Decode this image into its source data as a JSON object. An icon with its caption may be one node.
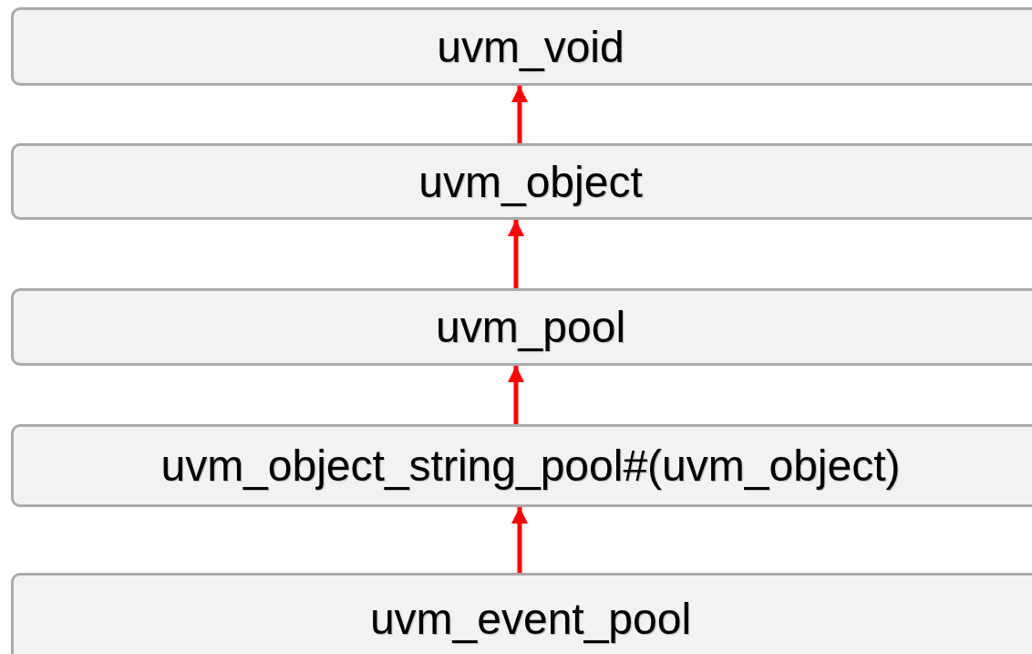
{
  "diagram": {
    "nodes": [
      {
        "text": [
          "uvm_void"
        ]
      },
      {
        "text": [
          "uvm_object"
        ]
      },
      {
        "text": [
          "uvm_pool"
        ]
      },
      {
        "text": [
          "uvm_object_string_pool#(uvm_object)"
        ]
      },
      {
        "text": [
          "uvm_event_pool"
        ]
      }
    ],
    "edges": [
      {
        "from": 1,
        "to": 0,
        "arrow": "to"
      },
      {
        "from": 2,
        "to": 1,
        "arrow": "to"
      },
      {
        "from": 3,
        "to": 2,
        "arrow": "to"
      },
      {
        "from": 4,
        "to": 3,
        "arrow": "to"
      }
    ]
  }
}
